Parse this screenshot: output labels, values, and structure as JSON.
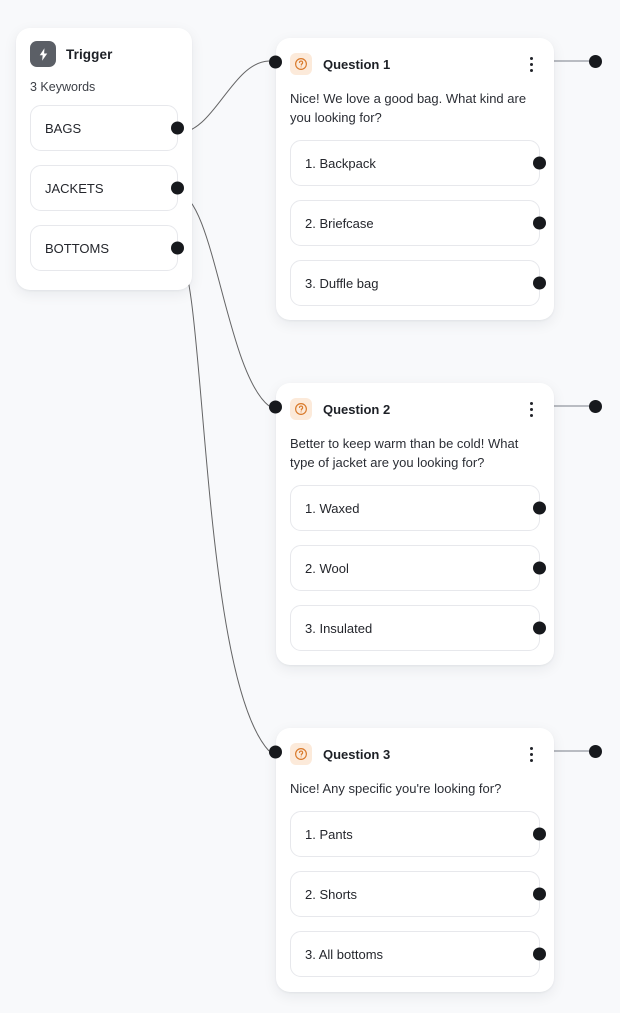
{
  "canvas": {
    "background_color": "#f8f9fb",
    "edge_color": "#4a4a4a",
    "dot_color": "#17191d",
    "accent_color": "#d97a2b",
    "accent_bg_color": "#fceada"
  },
  "trigger": {
    "icon": "lightning-bolt-icon",
    "title": "Trigger",
    "keywords_count_label": "3 Keywords",
    "keywords": [
      {
        "label": "BAGS"
      },
      {
        "label": "JACKETS"
      },
      {
        "label": "BOTTOMS"
      }
    ]
  },
  "questions": [
    {
      "icon": "question-circle-icon",
      "title": "Question 1",
      "menu_icon": "kebab-menu-icon",
      "text": "Nice! We love a good bag. What kind are you looking for?",
      "options": [
        {
          "label": "1. Backpack"
        },
        {
          "label": "2. Briefcase"
        },
        {
          "label": "3. Duffle bag"
        }
      ]
    },
    {
      "icon": "question-circle-icon",
      "title": "Question 2",
      "menu_icon": "kebab-menu-icon",
      "text": "Better to keep warm than be cold! What type of jacket are you looking for?",
      "options": [
        {
          "label": "1. Waxed"
        },
        {
          "label": "2. Wool"
        },
        {
          "label": "3. Insulated"
        }
      ]
    },
    {
      "icon": "question-circle-icon",
      "title": "Question 3",
      "menu_icon": "kebab-menu-icon",
      "text": "Nice! Any specific you're looking for?",
      "options": [
        {
          "label": "1. Pants"
        },
        {
          "label": "2. Shorts"
        },
        {
          "label": "3. All bottoms"
        }
      ]
    }
  ]
}
